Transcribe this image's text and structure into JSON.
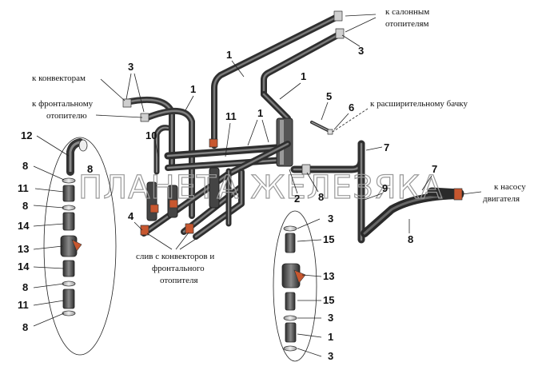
{
  "labels": {
    "salon": [
      "к салонным",
      "отопителям"
    ],
    "convectors": "к конвекторам",
    "frontal": [
      "к фронтальному",
      "отопителю"
    ],
    "expansion": "к расширительному бачку",
    "pump": [
      "к насосу",
      "двигателя"
    ],
    "drain": [
      "слив с конвекторов и",
      "фронтального",
      "отопителя"
    ]
  },
  "watermark": "ПЛАНЕТА ЖЕЛЕЗЯКА",
  "numbers": {
    "n1a": "1",
    "n1b": "1",
    "n1c": "1",
    "n1d": "1",
    "n2": "2",
    "n3a": "3",
    "n3b": "3",
    "n4": "4",
    "n5": "5",
    "n6": "6",
    "n7a": "7",
    "n7b": "7",
    "n8a": "8",
    "n8b": "8",
    "n8c": "8",
    "n9": "9",
    "n10": "10",
    "n11": "11",
    "left_callout": [
      "12",
      "8",
      "11",
      "8",
      "14",
      "13",
      "14",
      "8",
      "11",
      "8"
    ],
    "left_callout_extra": "8",
    "right_callout": [
      "3",
      "15",
      "13",
      "15",
      "3",
      "1",
      "3"
    ]
  },
  "colors": {
    "pipe_dark": "#3a3a3a",
    "pipe_mid": "#6e6e6e",
    "pipe_light": "#b5b5b5",
    "fitting_red": "#c8572f"
  }
}
